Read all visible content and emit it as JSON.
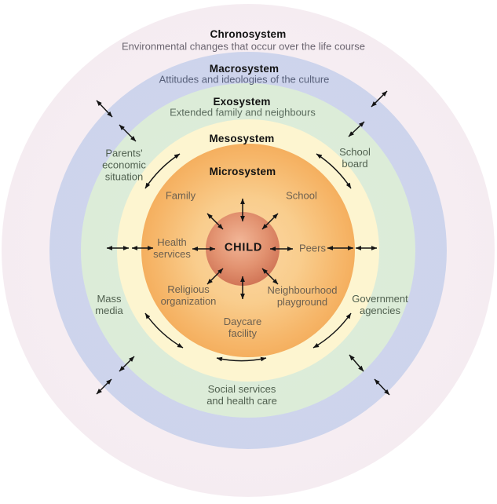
{
  "colors": {
    "chronosystem": "#dcc2d0",
    "macrosystem": "#8d9cd0",
    "exosystem": "#92c59e",
    "mesosystem": "#ffe990",
    "microsystem": "#f3a74f",
    "child_circle": "#c2634a",
    "arrow": "#141414",
    "title_text": "#121212",
    "label_text": "#5c5a52"
  },
  "rings": {
    "chronosystem": {
      "title": "Chronosystem",
      "subtitle": "Environmental changes that occur over the life course"
    },
    "macrosystem": {
      "title": "Macrosystem",
      "subtitle": "Attitudes and ideologies of the culture"
    },
    "exosystem": {
      "title": "Exosystem",
      "subtitle": "Extended family and neighbours"
    },
    "mesosystem": {
      "title": "Mesosystem"
    },
    "microsystem": {
      "title": "Microsystem"
    }
  },
  "center": {
    "label": "CHILD"
  },
  "microsystem_items": {
    "family": "Family",
    "school": "School",
    "health_services": "Health\nservices",
    "peers": "Peers",
    "religious_organization": "Religious\norganization",
    "neighbourhood_playground": "Neighbourhood\nplayground",
    "daycare_facility": "Daycare\nfacility"
  },
  "exosystem_items": {
    "parents_economic_situation": "Parents'\neconomic\nsituation",
    "school_board": "School\nboard",
    "mass_media": "Mass\nmedia",
    "government_agencies": "Government\nagencies",
    "social_services": "Social services\nand health care"
  }
}
